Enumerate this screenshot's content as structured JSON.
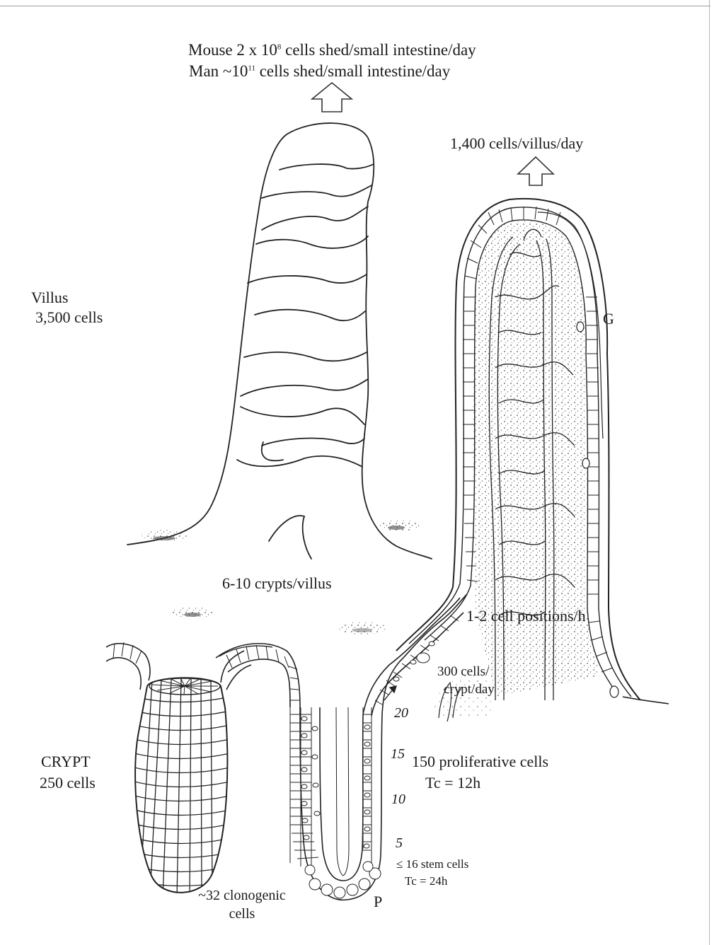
{
  "header": {
    "mouse_prefix": "Mouse 2 x 10",
    "mouse_exp": "8",
    "mouse_suffix": " cells shed/small intestine/day",
    "man_prefix": "Man ~10",
    "man_exp": "11",
    "man_suffix": " cells shed/small intestine/day"
  },
  "villus": {
    "label": "Villus",
    "count": "3,500 cells",
    "shed_rate": "1,400 cells/villus/day",
    "goblet_marker": "G"
  },
  "crypt": {
    "label": "CRYPT",
    "count": "250 cells",
    "crypts_per_villus": "6-10 crypts/villus",
    "migration": "1-2 cell positions/h",
    "output_line1": "300 cells/",
    "output_line2": "crypt/day",
    "proliferative": "150 proliferative cells",
    "proliferative_tc": "Tc = 12h",
    "stem_cells": "≤ 16 stem cells",
    "stem_tc": "Tc = 24h",
    "clonogenic_line1": "~32 clonogenic",
    "clonogenic_line2": "cells",
    "paneth_marker": "P"
  },
  "cell_positions": [
    "20",
    "15",
    "10",
    "5"
  ]
}
